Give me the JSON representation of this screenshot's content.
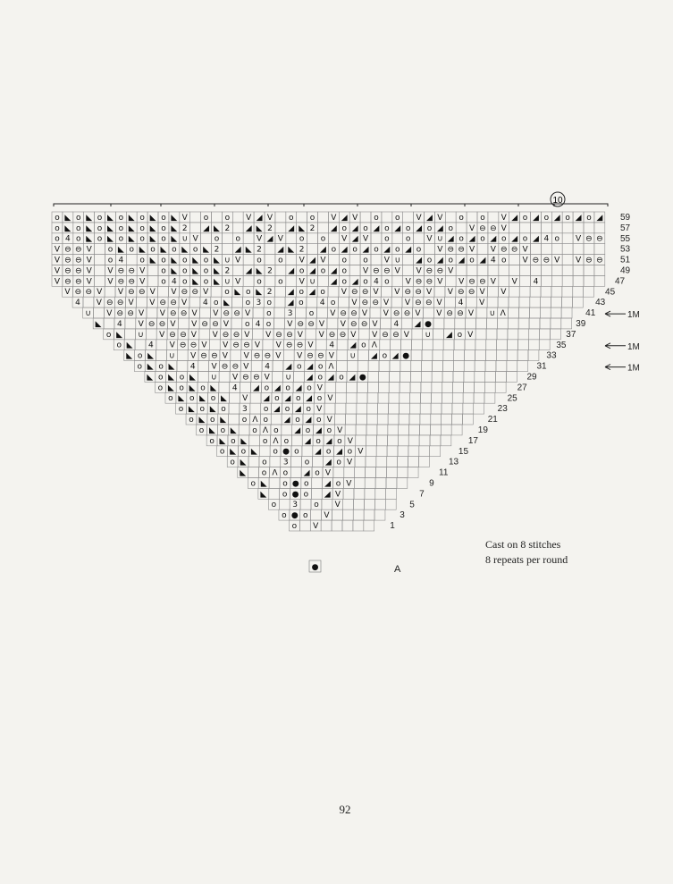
{
  "note": {
    "cast_on": "Cast on 8 stitches",
    "repeats": "8 repeats per round"
  },
  "page_number": "92",
  "repeat_marker": "10",
  "start_label": "A",
  "row_numbers": [
    1,
    3,
    5,
    7,
    9,
    11,
    13,
    15,
    17,
    19,
    21,
    23,
    25,
    27,
    29,
    31,
    33,
    35,
    37,
    39,
    41,
    43,
    45,
    47,
    49,
    51,
    53,
    55,
    57,
    59
  ],
  "increase_notes": [
    {
      "row": 41,
      "text": "1M"
    },
    {
      "row": 35,
      "text": "1M"
    },
    {
      "row": 31,
      "text": "1M"
    }
  ],
  "symbols": {
    "yo": "o",
    "k2tog": "◢",
    "ssk": "◣",
    "knit_on_purl": "●",
    "cdd": "Λ",
    "v": "V",
    "slip": "⊖",
    "three_in_one": "3",
    "two_in_one": "2",
    "four": "4",
    "u": "∪"
  },
  "chart_rows": [
    {
      "row": 59,
      "cells": "o◣o◣o◣o◣o◣o◣V o o V◢V o o V◢V o o V◢V o o V◢o◢o◢o◢o◢o◢o V ⊖ ⊖ V"
    },
    {
      "row": 57,
      "cells": "o◣o◣o◣o◣o◣o◣2 ◢◣2 ◢◣2 ◢◣2 ◢o◢o◢o◢o◢o◢o V⊖⊖V"
    },
    {
      "row": 55,
      "cells": "o4o◣o◣o◣o◣o◣∪V o o V◢V o o V◢V o o V∪◢o◢o◢o◢o◢4o V⊖⊖V"
    },
    {
      "row": 53,
      "cells": "V⊖⊖V o◣o◣o◣o◣o◣2 ◢◣2 ◢◣2 ◢o◢o◢o◢o◢o V⊖⊖V V⊖⊖V"
    },
    {
      "row": 51,
      "cells": "V⊖⊖V o4 o◣o◣o◣o◣∪V o o V◢V o o V∪ ◢o◢o◢o◢4o V⊖⊖V V⊖⊖V"
    },
    {
      "row": 49,
      "cells": "V⊖⊖V V⊖⊖V o◣o◣o◣2 ◢◣2 ◢o◢o◢o V⊖⊖V V⊖⊖V"
    },
    {
      "row": 47,
      "cells": "V⊖⊖V V⊖⊖V o4o◣o◣∪V o o V∪ ◢o◢o4o V⊖⊖V V⊖⊖V V 4"
    },
    {
      "row": 45,
      "cells": "V⊖⊖V V⊖⊖V V⊖⊖V o◣o◣2 ◢o◢o V⊖⊖V V⊖⊖V V⊖⊖V V"
    },
    {
      "row": 43,
      "cells": "4 V⊖⊖V V⊖⊖V 4o◣ o3o ◢o 4o V⊖⊖V V⊖⊖V 4 V"
    },
    {
      "row": 41,
      "cells": "∪ V⊖⊖V V⊖⊖V V⊖⊖V o 3 o V⊖⊖V V⊖⊖V V⊖⊖V ∪Λ"
    },
    {
      "row": 39,
      "cells": "◣ 4 V⊖⊖V V⊖⊖V o4o V⊖⊖V V⊖⊖V 4 ◢●"
    },
    {
      "row": 37,
      "cells": "o◣ ∪ V⊖⊖V V⊖⊖V V⊖⊖V V⊖⊖V V⊖⊖V ∪ ◢oV"
    },
    {
      "row": 35,
      "cells": "o◣ 4 V⊖⊖V V⊖⊖V V⊖⊖V 4 ◢oΛ"
    },
    {
      "row": 33,
      "cells": "◣o◣ ∪ V⊖⊖V V⊖⊖V V⊖⊖V ∪ ◢o◢●"
    },
    {
      "row": 31,
      "cells": "o◣o◣ 4 V⊖⊖V 4 ◢o◢oΛ"
    },
    {
      "row": 29,
      "cells": "◣o◣o◣ ∪ V⊖⊖V ∪ ◢o◢o◢●"
    },
    {
      "row": 27,
      "cells": "o◣o◣o◣ 4 ◢o◢o◢oV"
    },
    {
      "row": 25,
      "cells": "o◣o◣o◣ V ◢o◢o◢oV"
    },
    {
      "row": 23,
      "cells": "o◣o◣o 3 o◢o◢oV"
    },
    {
      "row": 21,
      "cells": "o◣o◣ oΛo ◢o◢oV"
    },
    {
      "row": 19,
      "cells": "o◣o◣ oΛo ◢o◢oV"
    },
    {
      "row": 17,
      "cells": "o◣o◣ oΛo ◢o◢oV"
    },
    {
      "row": 15,
      "cells": "o◣o◣ o●o ◢o◢oV"
    },
    {
      "row": 13,
      "cells": "o◣ o 3 o ◢oV"
    },
    {
      "row": 11,
      "cells": "◣ oΛo ◢oV"
    },
    {
      "row": 9,
      "cells": "o◣ o●o ◢oV"
    },
    {
      "row": 7,
      "cells": "◣ o●o ◢V"
    },
    {
      "row": 5,
      "cells": "o 3 o V"
    },
    {
      "row": 3,
      "cells": "o●o V"
    },
    {
      "row": 1,
      "cells": "o V"
    }
  ],
  "start_stitch": "●"
}
